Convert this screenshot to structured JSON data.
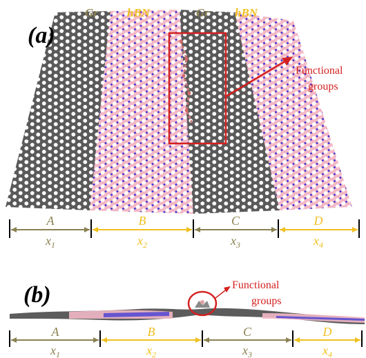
{
  "panel_a": {
    "label": "(a)",
    "top_labels": [
      {
        "text": "Gr",
        "color": "#8a8152"
      },
      {
        "text": "hBN",
        "color": "#f0c020"
      },
      {
        "text": "Gr",
        "color": "#8a8152"
      },
      {
        "text": "hBN",
        "color": "#f0c020"
      }
    ],
    "annotation": {
      "line1": "Functional",
      "line2": "groups",
      "color": "#d42020"
    },
    "regions": [
      {
        "name": "A",
        "x": "x",
        "sub": "1",
        "color": "#8a8152"
      },
      {
        "name": "B",
        "x": "x",
        "sub": "2",
        "color": "#f0c020"
      },
      {
        "name": "C",
        "x": "x",
        "sub": "3",
        "color": "#8a8152"
      },
      {
        "name": "D",
        "x": "x",
        "sub": "4",
        "color": "#f0c020"
      }
    ]
  },
  "panel_b": {
    "label": "(b)",
    "annotation": {
      "line1": "Functional",
      "line2": "groups",
      "color": "#d42020"
    },
    "regions": [
      {
        "name": "A",
        "x": "x",
        "sub": "1",
        "color": "#8a8152"
      },
      {
        "name": "B",
        "x": "x",
        "sub": "2",
        "color": "#f0c020"
      },
      {
        "name": "C",
        "x": "x",
        "sub": "3",
        "color": "#8a8152"
      },
      {
        "name": "D",
        "x": "x",
        "sub": "4",
        "color": "#f0c020"
      }
    ]
  },
  "colors": {
    "graphene": "#6e6e6e",
    "boron": "#f2b8c6",
    "nitrogen": "#2f2fd8",
    "highlight": "#d42020"
  }
}
